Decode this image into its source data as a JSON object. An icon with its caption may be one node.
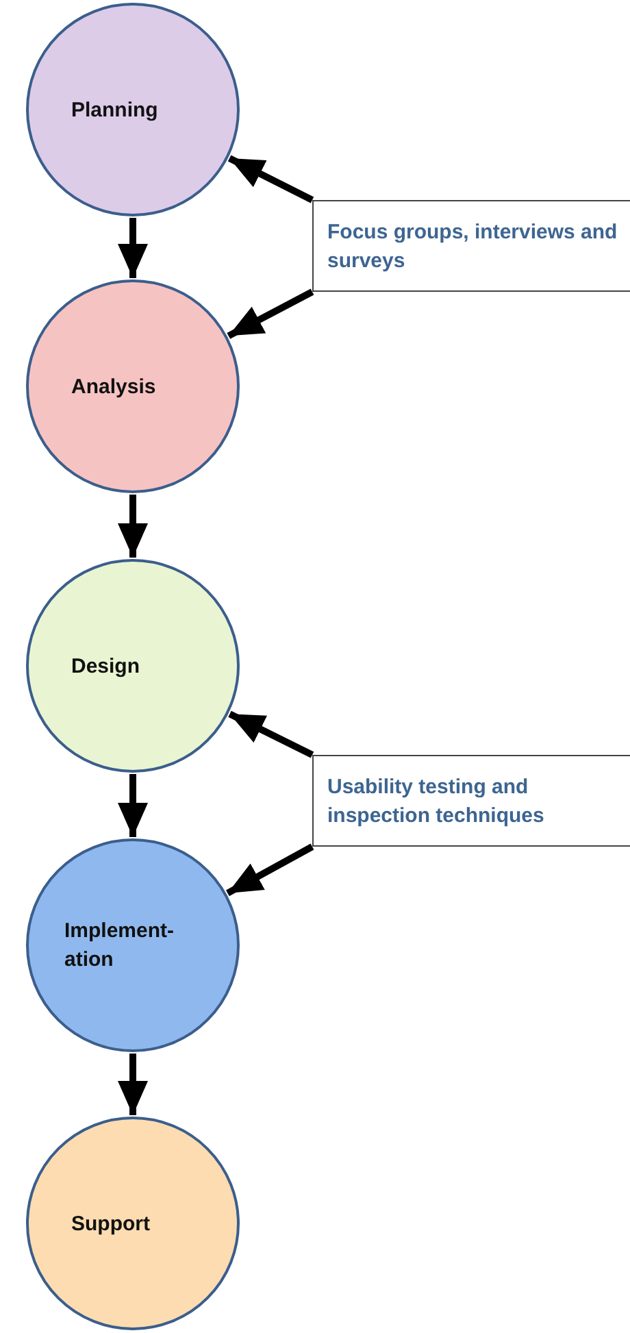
{
  "diagram": {
    "nodes": [
      {
        "text": [
          "Planning"
        ]
      },
      {
        "text": [
          "Focus groups, interviews and surveys"
        ]
      },
      {
        "text": [
          "Analysis"
        ]
      },
      {
        "text": [
          "Design"
        ]
      },
      {
        "text": [
          "Usability testing and inspection techniques"
        ]
      },
      {
        "text": [
          "Implement- ation"
        ]
      },
      {
        "text": [
          "Support"
        ]
      }
    ],
    "edges": [
      {
        "from": 0,
        "to": 2,
        "arrow": "to"
      },
      {
        "from": 2,
        "to": 3,
        "arrow": "to"
      },
      {
        "from": 3,
        "to": 5,
        "arrow": "to"
      },
      {
        "from": 5,
        "to": 6,
        "arrow": "to"
      },
      {
        "from": 1,
        "to": 0,
        "arrow": "to"
      },
      {
        "from": 1,
        "to": 2,
        "arrow": "to"
      },
      {
        "from": 4,
        "to": 3,
        "arrow": "to"
      },
      {
        "from": 4,
        "to": 5,
        "arrow": "to"
      }
    ]
  }
}
